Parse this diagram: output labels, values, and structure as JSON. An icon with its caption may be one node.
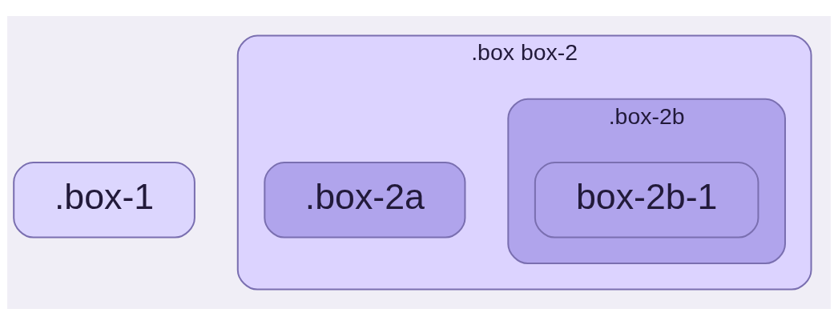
{
  "diagram": {
    "nodes": [
      {
        "text": [
          ".box-1"
        ]
      },
      {
        "text": [
          ".box box-2"
        ]
      },
      {
        "text": [
          ".box-2a"
        ],
        "in": 1
      },
      {
        "text": [
          ".box-2b"
        ],
        "in": 1
      },
      {
        "text": [
          "box-2b-1"
        ],
        "in": 3
      }
    ]
  }
}
